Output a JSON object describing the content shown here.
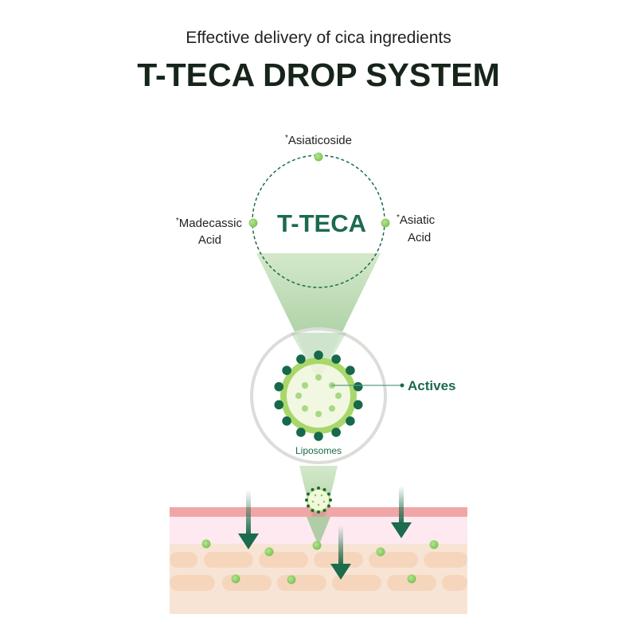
{
  "header": {
    "subtitle": "Effective delivery of cica ingredients",
    "title": "T-TECA DROP SYSTEM"
  },
  "teca": {
    "center_label": "T-TECA",
    "ingredients": {
      "top": {
        "mark": "*",
        "line1": "Asiaticoside"
      },
      "left": {
        "mark": "*",
        "line1": "Madecassic",
        "line2": "Acid"
      },
      "right": {
        "mark": "*",
        "line1": "Asiatic",
        "line2": "Acid"
      }
    }
  },
  "liposome": {
    "label": "Liposomes",
    "actives_label": "Actives"
  },
  "colors": {
    "dark_green": "#1b6b4c",
    "light_green": "#9fd26a",
    "skin_red": "#f0a6a6",
    "skin_pink": "#fde9ef",
    "skin_beige": "#f8e4d4"
  }
}
